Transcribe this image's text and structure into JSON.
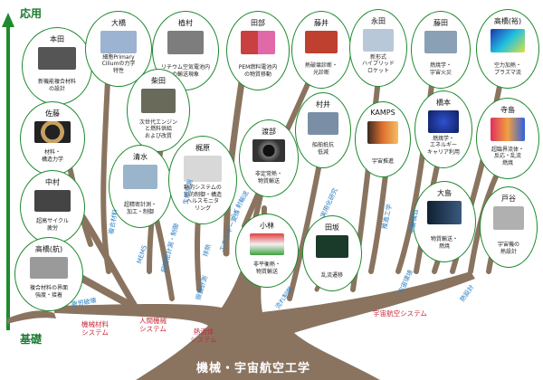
{
  "axis": {
    "top": "応用",
    "bottom": "基礎"
  },
  "root": "機械・宇宙航空工学",
  "categories": {
    "c1": "機械材料\nシステム",
    "c2": "人間機械\nシステム",
    "c3": "熱流体\nシステム",
    "c4": "宇宙航空システム"
  },
  "branch_tags": {
    "t01": "複合材料",
    "t02": "超精密計測・制御",
    "t03": "MEMS",
    "t04": "生体計測",
    "t05": "排熱",
    "t06": "振動計測",
    "t07": "エネルギー変換",
    "t08": "ふく射輸送",
    "t09": "流れ制御",
    "t10": "実用化研究",
    "t11": "推進工学",
    "t12": "宇宙構造",
    "t13": "宇宙環境",
    "t14": "熱設計",
    "t15": "疲労破壊"
  },
  "nodes": {
    "n01": {
      "name": "本田",
      "desc": "新機能複合材料\nの設計"
    },
    "n02": {
      "name": "大橋",
      "desc": "細胞Primary\nCiliumの力学\n特性"
    },
    "n03": {
      "name": "植村",
      "desc": "リチウム空気電池内\nの輸送現象"
    },
    "n04": {
      "name": "田部",
      "desc": "PEM燃料電池内\nの物質移動"
    },
    "n05": {
      "name": "藤井",
      "desc": "熱破壊診断・\n光診断"
    },
    "n06": {
      "name": "永田",
      "desc": "新形式\nハイブリッド\nロケット"
    },
    "n07": {
      "name": "藤田",
      "desc": "燃焼学・\n宇宙火災"
    },
    "n08": {
      "name": "高橋(裕)",
      "desc": "空力加熱・\nプラズマ流"
    },
    "n09": {
      "name": "佐藤",
      "desc": "材料・\n構造力学"
    },
    "n10": {
      "name": "柴田",
      "desc": "次世代エンジン\nと燃料供給\nおよび改質"
    },
    "n11": {
      "name": "村井",
      "desc": "船舶抵抗\n低減"
    },
    "n12": {
      "name": "KAMPS",
      "desc": "宇宙推進"
    },
    "n13": {
      "name": "橋本",
      "desc": "燃焼学・\nエネルギー\nキャリア利用"
    },
    "n14": {
      "name": "寺島",
      "desc": "超臨界流体・\n反応・乱流\n燃焼"
    },
    "n15": {
      "name": "中村",
      "desc": "超高サイクル\n疲労"
    },
    "n16": {
      "name": "清水",
      "desc": "超精密計測・\n加工・制御"
    },
    "n17": {
      "name": "梶原",
      "desc": "動的システムの\n知的制御・構造\nヘルスモニタ\nリング"
    },
    "n18": {
      "name": "渡部",
      "desc": "非定常熱・\n物質輸送"
    },
    "n19": {
      "name": "大島",
      "desc": "物質輸送・\n燃焼"
    },
    "n20": {
      "name": "戸谷",
      "desc": "宇宙機の\n熱設計"
    },
    "n21": {
      "name": "高橋(航)",
      "desc": "複合材料の界面\n強度・接着"
    },
    "n22": {
      "name": "小林",
      "desc": "非平衡熱・\n物質輸送"
    },
    "n23": {
      "name": "田坂",
      "desc": "乱流遷移"
    }
  },
  "colors": {
    "frame": "#1e8a2e",
    "tag": "#2a7fc4",
    "category": "#c8283c",
    "bark": "#8a7460",
    "arrow": "#1e8a2e"
  }
}
